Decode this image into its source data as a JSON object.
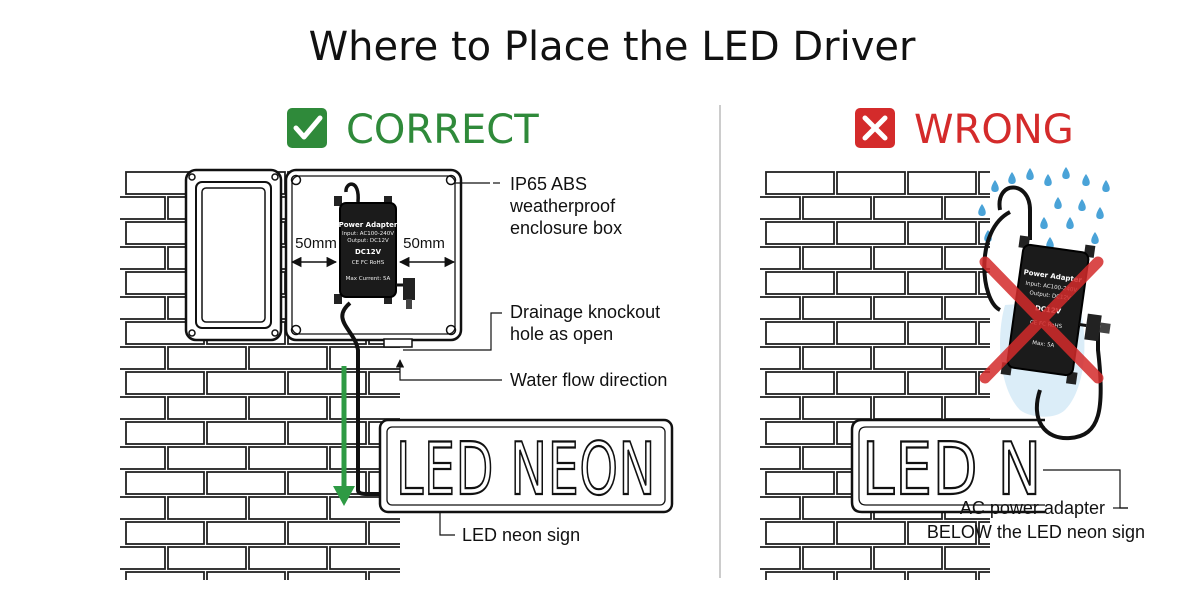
{
  "title": "Where to Place the LED Driver",
  "correct": {
    "heading": "CORRECT",
    "heading_color": "#2f8a3a",
    "icon": "checkmark-icon",
    "callouts": {
      "enclosure": [
        "IP65 ABS",
        "weatherproof",
        "enclosure box"
      ],
      "drainage": [
        "Drainage knockout",
        "hole as open"
      ],
      "water_flow": "Water flow direction",
      "neon_sign": "LED neon sign"
    },
    "clearance_left": "50mm",
    "clearance_right": "50mm",
    "sign_text": "LED NEON",
    "adapter": {
      "lines": [
        "Power Adapter",
        "Input: AC100-240V",
        "Output: DC12V",
        "Max Current: 5A"
      ],
      "voltage": "DC12V",
      "marks": "CE FC RoHS"
    }
  },
  "wrong": {
    "heading": "WRONG",
    "heading_color": "#d42b2b",
    "icon": "cross-icon",
    "sign_text": "LED N",
    "caption": [
      "AC power adapter",
      "BELOW the LED neon sign"
    ],
    "adapter": {
      "lines": [
        "Power Adapter",
        "Input: AC100-240V",
        "Output: DC12V",
        "Max: 5A"
      ],
      "voltage": "DC12V",
      "marks": "CE FC RoHS"
    }
  },
  "colors": {
    "correct": "#2f8a3a",
    "wrong": "#d42b2b",
    "flow_arrow": "#2e9a44",
    "rain": "#4aa3d8"
  }
}
